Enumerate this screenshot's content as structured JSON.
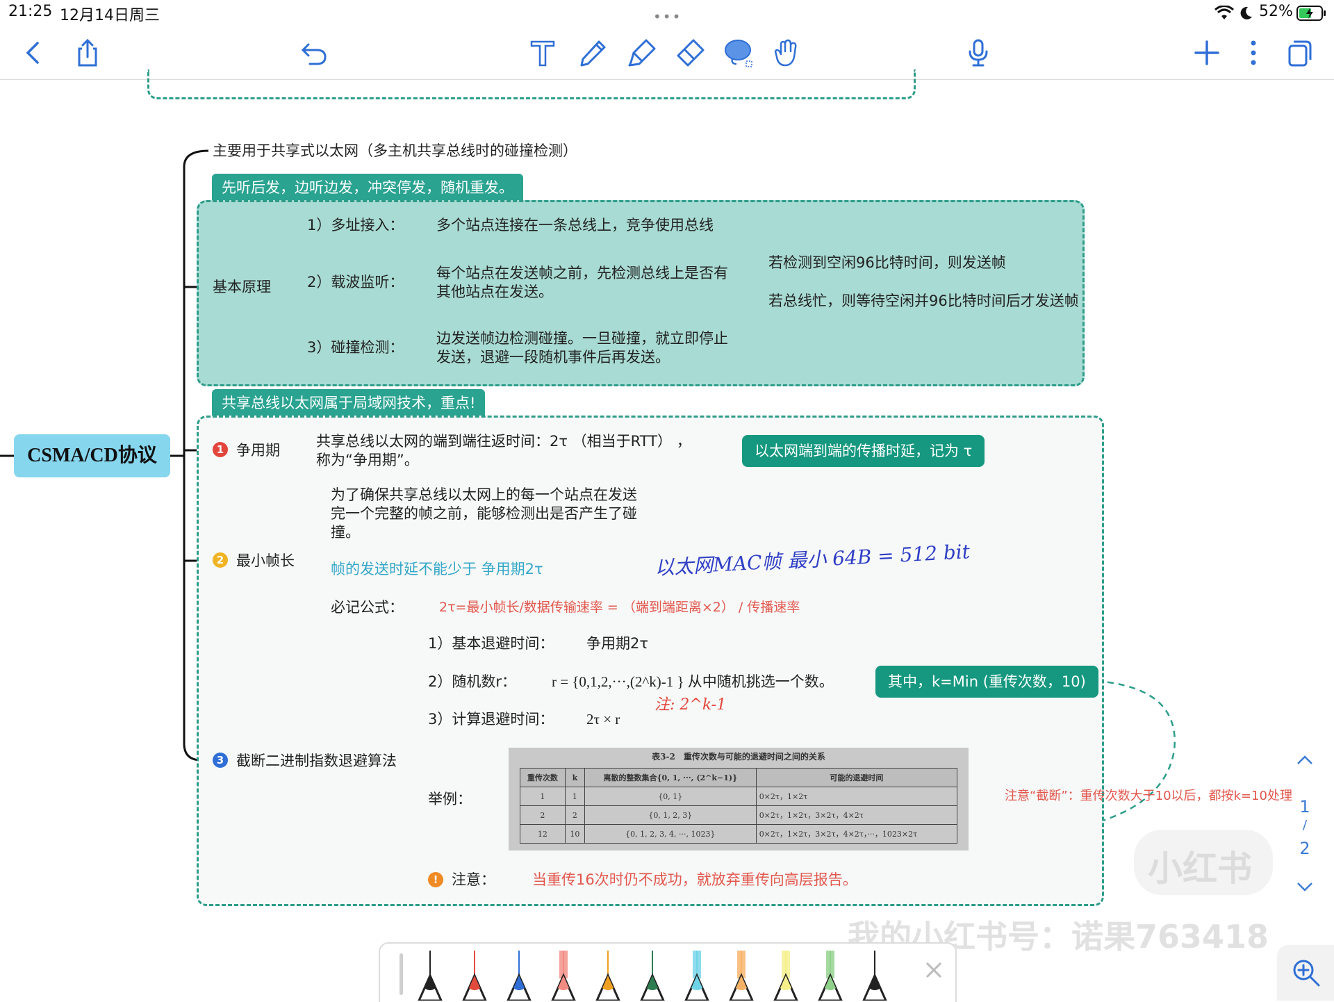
{
  "status": {
    "time": "21:25",
    "date": "12月14日周三",
    "battery": "52%"
  },
  "toolbar": {
    "icons": [
      "back-icon",
      "share-icon",
      "undo-icon",
      "text-tool-icon",
      "pen-tool-icon",
      "highlighter-tool-icon",
      "eraser-tool-icon",
      "lasso-tool-icon",
      "hand-tool-icon",
      "microphone-icon",
      "add-icon",
      "more-icon",
      "pages-icon"
    ],
    "accent": "#2f6fd6"
  },
  "root": {
    "label": "CSMA/CD协议"
  },
  "branch_top": {
    "label": "主要用于共享式以太网（多主机共享总线时的碰撞检测）"
  },
  "section1": {
    "banner": "先听后发，边听边发，冲突停发，随机重发。",
    "label": "基本原理",
    "items": [
      {
        "label": "1）多址接入：",
        "desc": "多个站点连接在一条总线上，竞争使用总线"
      },
      {
        "label": "2）载波监听：",
        "desc": "每个站点在发送帧之前，先检测总线上是否有其他站点在发送。",
        "sub": [
          "若检测到空闲96比特时间，则发送帧",
          "若总线忙，则等待空闲并96比特时间后才发送帧"
        ]
      },
      {
        "label": "3）碰撞检测：",
        "desc": "边发送帧边检测碰撞。一旦碰撞，就立即停止发送，退避一段随机事件后再发送。"
      }
    ]
  },
  "section2": {
    "banner": "共享总线以太网属于局域网技术，重点!",
    "contention": {
      "badge": "1",
      "label": "争用期",
      "desc": "共享总线以太网的端到端往返时间：2τ （相当于RTT） ，称为“争用期”。",
      "note": "以太网端到端的传播时延，记为 τ"
    },
    "min_frame": {
      "badge": "2",
      "label": "最小帧长",
      "desc": "为了确保共享总线以太网上的每一个站点在发送完一个完整的帧之前，能够检测出是否产生了碰撞。",
      "rule": "帧的发送时延不能少于 争用期2τ",
      "formula_label": "必记公式：",
      "formula": "2τ=最小帧长/数据传输速率 = （端到端距离×2） / 传播速率",
      "handwritten": "以太网MAC帧 最小 64B = 512 bit"
    },
    "backoff": {
      "badge": "3",
      "label": "截断二进制指数退避算法",
      "items": [
        {
          "label": "1）基本退避时间：",
          "value": "争用期2τ"
        },
        {
          "label": "2）随机数r：",
          "value": "r = {0,1,2,···,(2^k)-1 } 从中随机挑选一个数。",
          "note": "其中，k=Min (重传次数，10)",
          "handwritten": "注: 2^k-1"
        },
        {
          "label": "3）计算退避时间：",
          "value": "2τ × r"
        },
        {
          "label": "举例："
        }
      ],
      "warning_label": "注意：",
      "warning": "当重传16次时仍不成功，就放弃重传向高层报告。",
      "truncate_note": "注意“截断”：重传次数大于10以后，都按k=10处理"
    },
    "table": {
      "caption": "表3-2　重传次数与可能的退避时间之间的关系",
      "headers": [
        "重传次数",
        "k",
        "离散的整数集合{0, 1, ···, (2^k−1)}",
        "可能的退避时间"
      ],
      "rows": [
        [
          "1",
          "1",
          "{0, 1}",
          "0×2τ，1×2τ"
        ],
        [
          "2",
          "2",
          "{0, 1, 2, 3}",
          "0×2τ，1×2τ，3×2τ，4×2τ"
        ],
        [
          "12",
          "10",
          "{0, 1, 2, 3, 4, ···, 1023}",
          "0×2τ，1×2τ，3×2τ，4×2τ，···，1023×2τ"
        ]
      ]
    }
  },
  "pager": {
    "current": "1",
    "sep": "/",
    "total": "2"
  },
  "watermark": {
    "text1": "小红书",
    "text2": "我的小红书号：诺果763418"
  },
  "pens": [
    {
      "color": "#222222"
    },
    {
      "color": "#e24a3b"
    },
    {
      "color": "#2f6fd6"
    },
    {
      "color": "#f28b82"
    },
    {
      "color": "#f0a020"
    },
    {
      "color": "#2e7d4f"
    },
    {
      "color": "#6fd3e8"
    },
    {
      "color": "#f7b267"
    },
    {
      "color": "#f5f08a"
    },
    {
      "color": "#8fd18a"
    },
    {
      "color": "#222222"
    }
  ]
}
